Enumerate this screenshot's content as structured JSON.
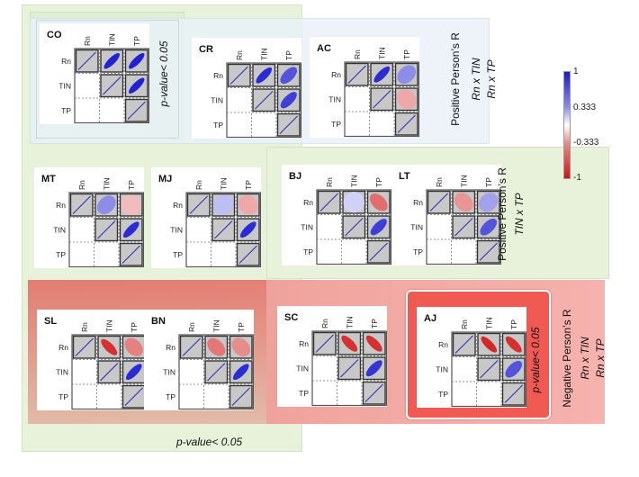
{
  "labels": {
    "pval_top": "p-value< 0.05",
    "pval_bottom": "p-value< 0.05",
    "pval_aj": "p-value< 0.05",
    "group1_title": "Positive Person’s R",
    "group1_line1": "Rn x TIN",
    "group1_line2": "Rn x TP",
    "group2_title": "Positive Person’s R",
    "group2_line1": "TIN x TP",
    "group3_title": "Negative Person’s R",
    "group3_line1": "Rn x TIN",
    "group3_line2": "Rn x TP"
  },
  "colorbar": {
    "ticks": [
      "1",
      "0.333",
      "-0.333",
      "-1"
    ],
    "colors": {
      "positive": "#1a1ad0",
      "negative": "#d01515"
    }
  },
  "variables": [
    "Rn",
    "TIN",
    "TP"
  ],
  "chart_data": {
    "type": "heatmap",
    "variables": [
      "Rn",
      "TIN",
      "TP"
    ],
    "matrices": [
      {
        "site": "CO",
        "rn_tin": 0.9,
        "rn_tp": 0.9,
        "tin_tp": 0.9
      },
      {
        "site": "CR",
        "rn_tin": 0.85,
        "rn_tp": 0.65,
        "tin_tp": 0.75
      },
      {
        "site": "AC",
        "rn_tin": 0.85,
        "rn_tp": 0.35,
        "tin_tp": -0.2
      },
      {
        "site": "MT",
        "rn_tin": 0.35,
        "rn_tp": -0.1,
        "tin_tp": 0.85
      },
      {
        "site": "MJ",
        "rn_tin": 0.1,
        "rn_tp": -0.2,
        "tin_tp": 0.85
      },
      {
        "site": "BJ",
        "rn_tin": 0.0,
        "rn_tp": -0.5,
        "tin_tp": 0.75
      },
      {
        "site": "LT",
        "rn_tin": -0.3,
        "rn_tp": 0.25,
        "tin_tp": 0.65
      },
      {
        "site": "SL",
        "rn_tin": -0.8,
        "rn_tp": -0.4,
        "tin_tp": 0.85
      },
      {
        "site": "BN",
        "rn_tin": -0.45,
        "rn_tp": -0.35,
        "tin_tp": 0.85
      },
      {
        "site": "SC",
        "rn_tin": -0.8,
        "rn_tp": -0.8,
        "tin_tp": 0.8
      },
      {
        "site": "AJ",
        "rn_tin": -0.85,
        "rn_tp": -0.8,
        "tin_tp": 0.65
      }
    ]
  }
}
